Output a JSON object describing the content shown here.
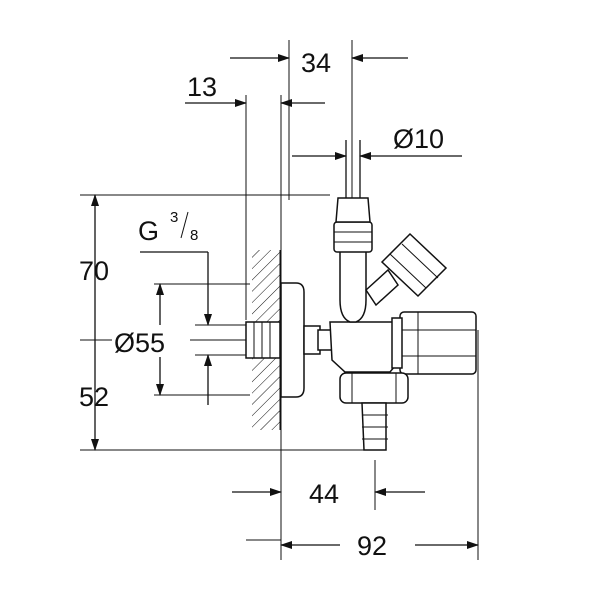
{
  "dimensions": {
    "width_34": "34",
    "width_13": "13",
    "outlet_diameter": "Ø10",
    "thread": "G",
    "thread_sup": "3",
    "thread_sub": "8",
    "height_70": "70",
    "rosette_diameter": "Ø55",
    "height_52": "52",
    "width_44": "44",
    "width_92": "92"
  }
}
